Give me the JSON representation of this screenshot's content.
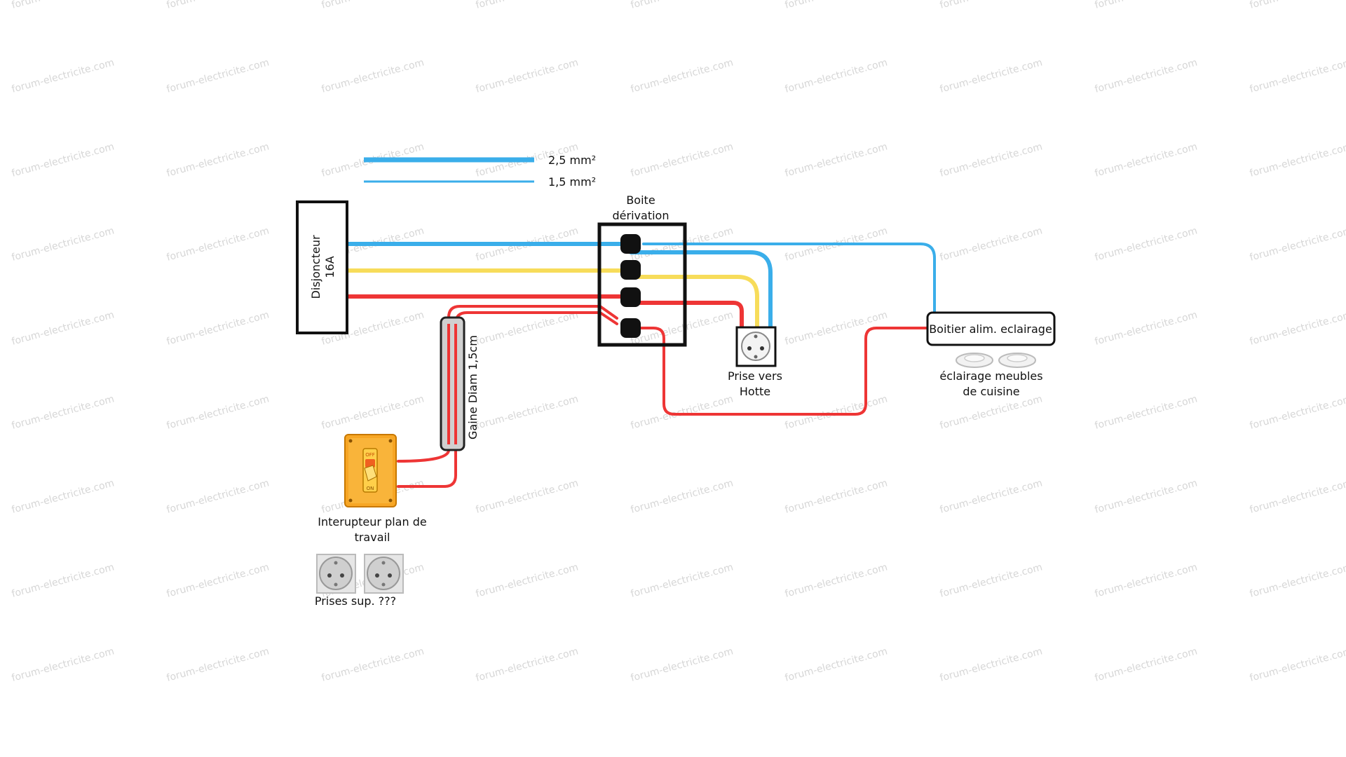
{
  "watermark": "forum-electricite.com",
  "legend": [
    {
      "label": "2,5 mm²",
      "color": "#3aaeea"
    },
    {
      "label": "1,5 mm²",
      "color": "#3aaeea"
    }
  ],
  "breaker": {
    "line1": "Disjoncteur",
    "line2": "16A"
  },
  "junction_box": {
    "line1": "Boite",
    "line2": "dérivation"
  },
  "socket_hood": {
    "line1": "Prise vers",
    "line2": "Hotte"
  },
  "lighting_box": {
    "label": "Boitier alim. eclairage"
  },
  "cabinet_lights": {
    "line1": "éclairage meubles",
    "line2": "de cuisine"
  },
  "conduit": {
    "label": "Gaine Diam 1,5cm"
  },
  "switch": {
    "line1": "Interupteur plan de",
    "line2": "travail",
    "off_label": "OFF",
    "on_label": "ON"
  },
  "extra_sockets": {
    "label": "Prises sup. ???"
  },
  "colors": {
    "blue": "#3aaeea",
    "yellow": "#f7dc5a",
    "red": "#ee3535",
    "switch_orange": "#f5a623",
    "box_black": "#111111"
  }
}
